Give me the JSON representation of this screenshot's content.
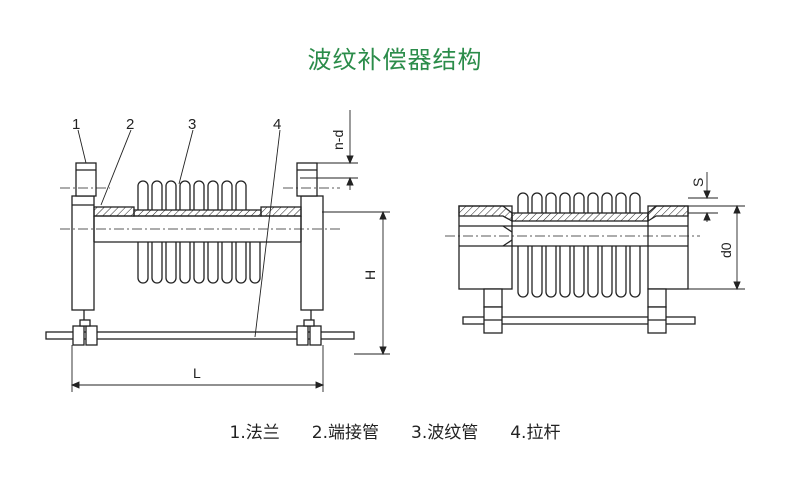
{
  "title": "波纹补偿器结构",
  "part_numbers": [
    "1",
    "2",
    "3",
    "4"
  ],
  "dimensions": {
    "n_d": "n-d",
    "H": "H",
    "L": "L",
    "S": "S",
    "d0": "d0"
  },
  "legend": [
    "1.法兰",
    "2.端接管",
    "3.波纹管",
    "4.拉杆"
  ],
  "colors": {
    "title": "#2b8c4a",
    "line": "#222222"
  }
}
